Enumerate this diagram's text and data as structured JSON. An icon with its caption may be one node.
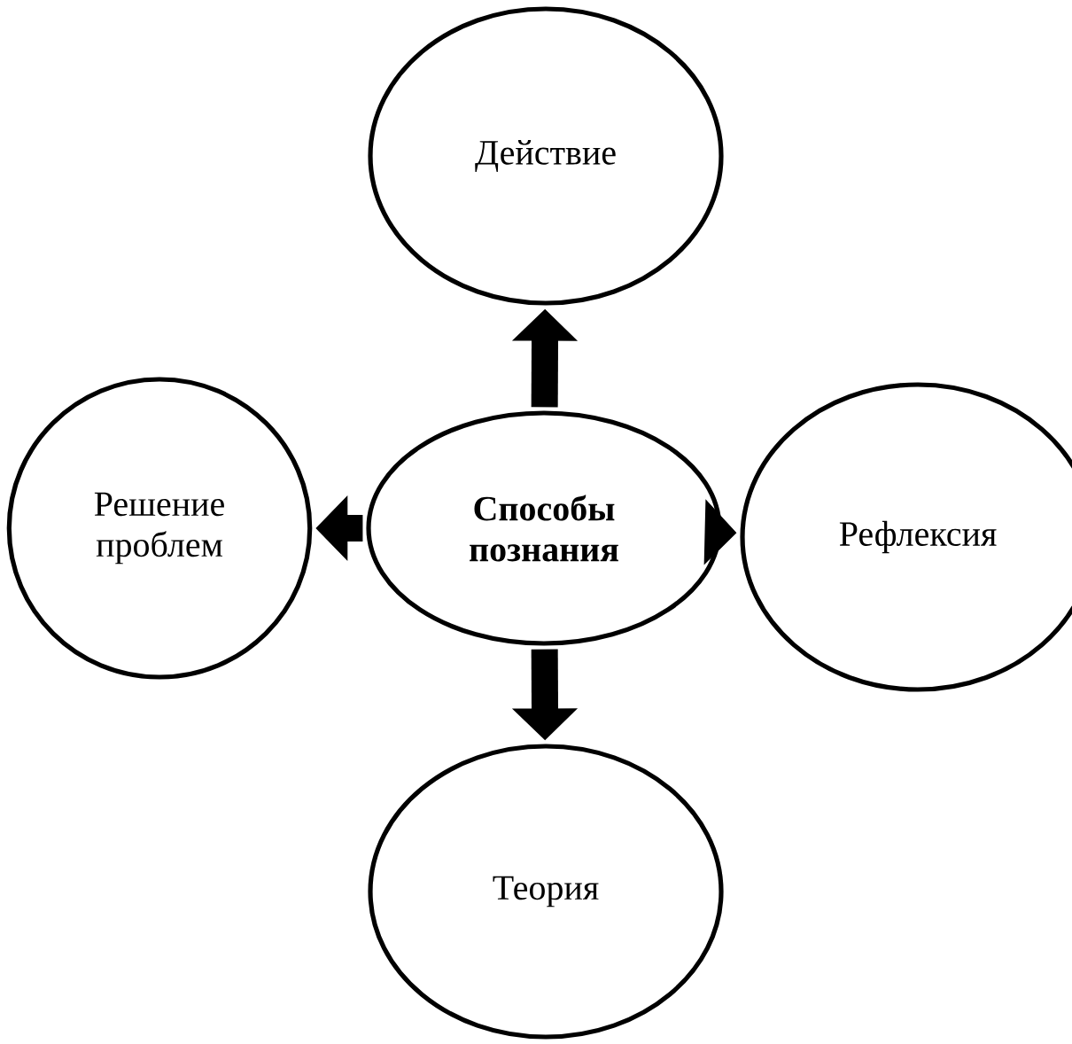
{
  "diagram": {
    "nodes": [
      {
        "text": [
          "Действие"
        ]
      },
      {
        "text": [
          "Решение проблем"
        ]
      },
      {
        "text": [
          "Способы познания"
        ]
      },
      {
        "text": [
          "Рефлексия"
        ]
      },
      {
        "text": [
          "Теория"
        ]
      }
    ],
    "edges": [
      {
        "from": 2,
        "to": 0,
        "arrow": "to"
      },
      {
        "from": 2,
        "to": 1,
        "arrow": "to"
      },
      {
        "from": 2,
        "to": 3,
        "arrow": "to"
      },
      {
        "from": 2,
        "to": 4,
        "arrow": "to"
      }
    ]
  }
}
